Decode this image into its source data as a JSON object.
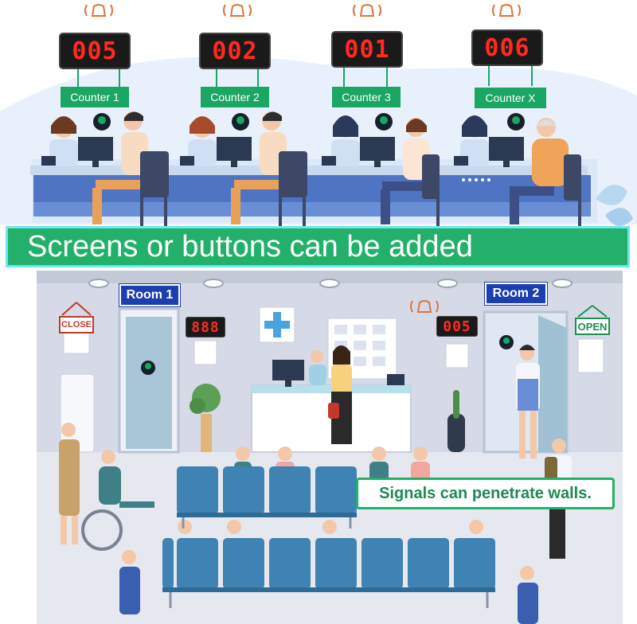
{
  "colors": {
    "led_text": "#ff2b1c",
    "counter_label_bg": "#1aa664",
    "banner_bg": "#22b06b",
    "room_label_bg": "#1c3fae",
    "signal_border": "#22b06b"
  },
  "icons": [
    "bell-icon",
    "call-button-icon",
    "medical-cross-icon"
  ],
  "counters": [
    {
      "display": "005",
      "label": "Counter 1"
    },
    {
      "display": "002",
      "label": "Counter 2"
    },
    {
      "display": "001",
      "label": "Counter 3"
    },
    {
      "display": "006",
      "label": "Counter X"
    }
  ],
  "banner": {
    "text": "Screens or buttons can be added"
  },
  "rooms": [
    {
      "label": "Room 1",
      "display": "888",
      "door_sign": "CLOSE"
    },
    {
      "label": "Room 2",
      "display": "005",
      "door_sign": "OPEN"
    }
  ],
  "signal_text": "Signals can penetrate walls."
}
